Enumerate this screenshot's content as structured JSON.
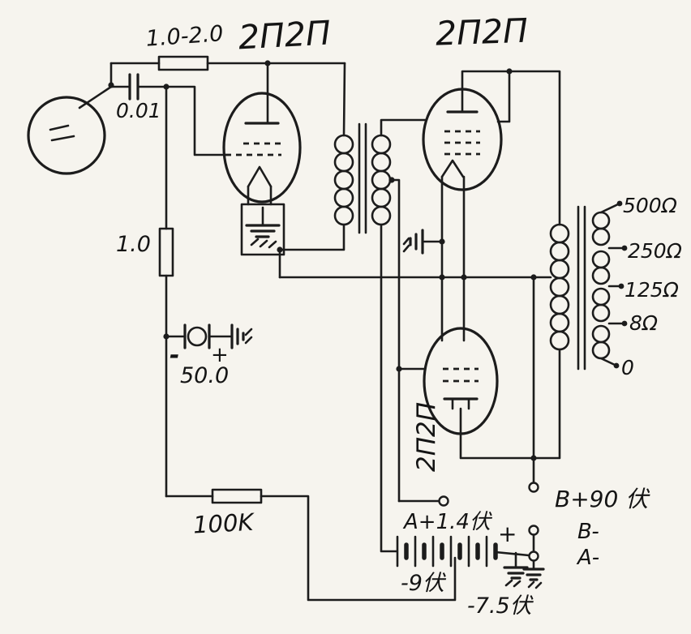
{
  "schematic": {
    "tubes": {
      "v1": "2П2П",
      "v2": "2П2П",
      "v3": "2П2П"
    },
    "values": {
      "input_resistor": "1.0-2.0",
      "coupling_capacitor": "0.01",
      "grid_resistor": "1.0",
      "filter_capacitor": "50.0",
      "grid_leak_resistor": "100K"
    },
    "output_taps": {
      "t500": "500Ω",
      "t250": "250Ω",
      "t125": "125Ω",
      "t8": "8Ω",
      "t0": "0"
    },
    "terminals": {
      "a_plus": "A+1.4伏",
      "b_plus": "B+90 伏",
      "b_minus": "B-",
      "a_minus": "A-"
    },
    "battery": {
      "main": "-9伏",
      "tap": "-7.5伏"
    },
    "polarity": {
      "filter_cap_minus": "-",
      "filter_cap_plus": "+",
      "battery_plus": "+"
    },
    "ink_color": "#1c1c1c",
    "paper_color": "#f6f4ee"
  }
}
